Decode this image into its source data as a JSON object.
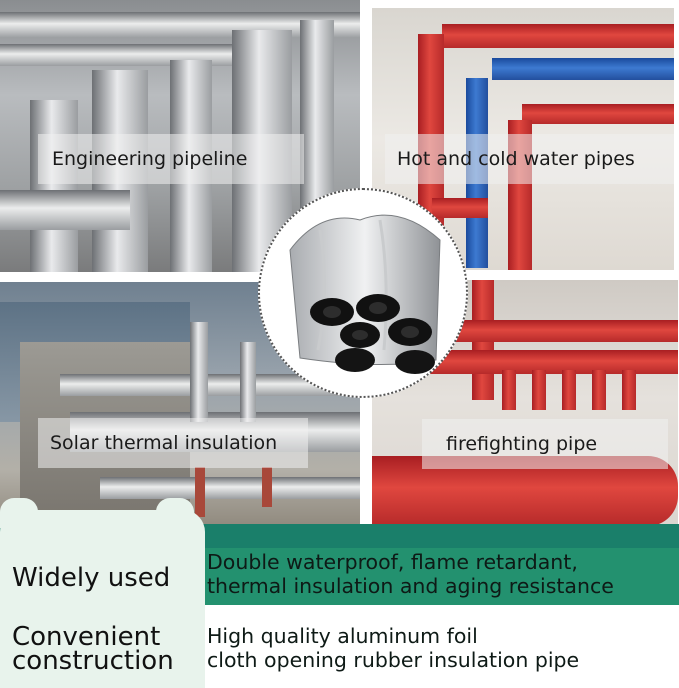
{
  "captions": {
    "top_left": "Engineering pipeline",
    "top_right": "Hot and cold water pipes",
    "bottom_left": "Solar thermal insulation",
    "bottom_right": "firefighting pipe"
  },
  "features": [
    {
      "label": "Widely used",
      "description_lines": [
        "Double waterproof, flame retardant,",
        "thermal insulation and aging resistance"
      ]
    },
    {
      "label_lines": [
        "Convenient",
        "construction"
      ],
      "description_lines": [
        "High quality aluminum foil",
        "cloth opening rubber insulation pipe"
      ]
    }
  ],
  "colors": {
    "band_green": "#23916f",
    "tab_background": "#e8f3ec",
    "pipe_red": "#e0473f",
    "pipe_blue": "#3d7ad1",
    "pipe_silver": "#e9eaec"
  },
  "icons": [
    "product-rolls-image"
  ]
}
